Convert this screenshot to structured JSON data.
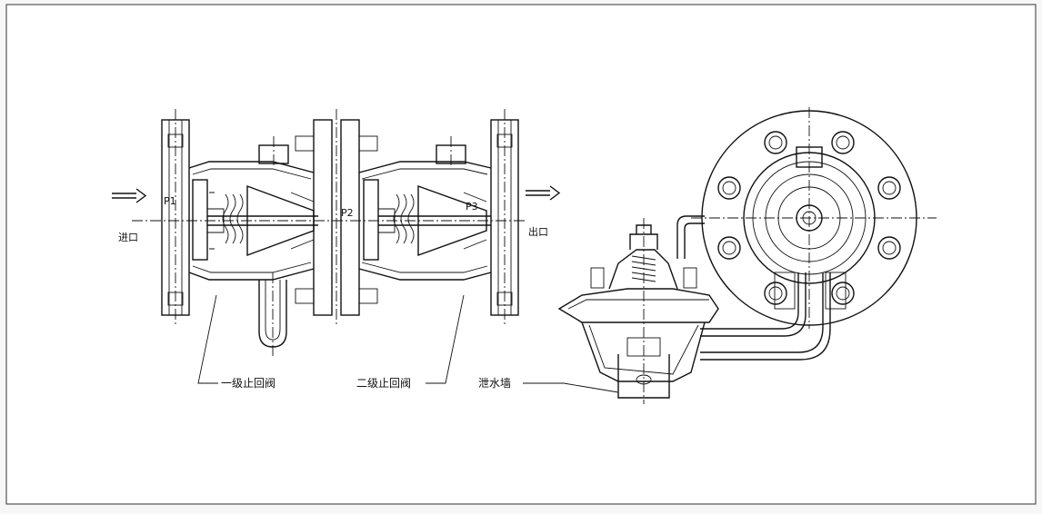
{
  "labels": {
    "inlet": "进口",
    "outlet": "出口",
    "p1": "P1",
    "p2": "P2",
    "p3": "P3",
    "first_check_valve": "一级止回阀",
    "second_check_valve": "二级止回阀",
    "relief_valve": "泄水墙"
  },
  "colors": {
    "line": "#111111",
    "background": "#f7f7f7",
    "paper": "#ffffff"
  }
}
